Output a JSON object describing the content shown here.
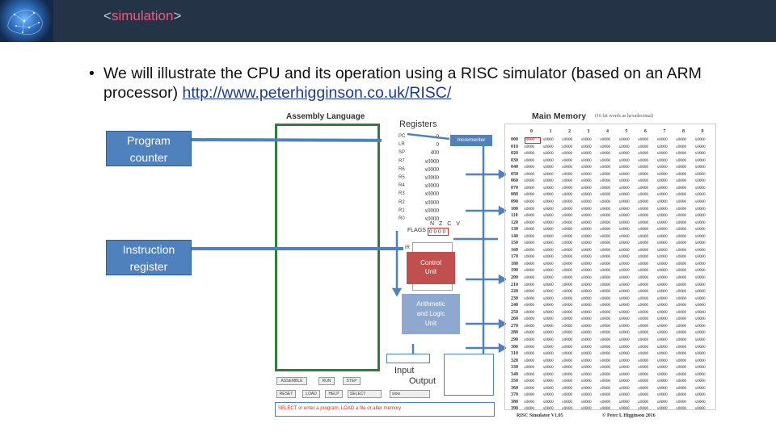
{
  "header": {
    "tag_open": "<",
    "tag_name": "simulation",
    "tag_close": ">"
  },
  "bullet": {
    "marker": "•",
    "text": "We will illustrate the CPU and its operation using a RISC simulator (based on an ARM processor) ",
    "link_text": "http://www.peterhigginson.co.uk/RISC/"
  },
  "callouts": {
    "program_counter_line1": "Program",
    "program_counter_line2": "counter",
    "instruction_register_line1": "Instruction",
    "instruction_register_line2": "register"
  },
  "simulator": {
    "assembly_title": "Assembly Language",
    "registers_title": "Registers",
    "registers": [
      {
        "name": "PC",
        "value": "0"
      },
      {
        "name": "LR",
        "value": "0"
      },
      {
        "name": "SP",
        "value": "400"
      },
      {
        "name": "R7",
        "value": "x0000"
      },
      {
        "name": "R6",
        "value": "x0000"
      },
      {
        "name": "R5",
        "value": "x0000"
      },
      {
        "name": "R4",
        "value": "x0000"
      },
      {
        "name": "R3",
        "value": "x0000"
      },
      {
        "name": "R2",
        "value": "x0000"
      },
      {
        "name": "R1",
        "value": "x0000"
      },
      {
        "name": "R0",
        "value": "x0000"
      }
    ],
    "incrementer": "Incrementer",
    "nzcv": "N Z C V",
    "flags_label": "FLAGS",
    "flags_value": "0000",
    "ir_label": "IR",
    "control_unit_line1": "Control",
    "control_unit_line2": "Unit",
    "alu_line1": "Arithmetic",
    "alu_line2": "and Logic",
    "alu_line3": "Unit",
    "input_label": "Input",
    "output_label": "Output",
    "buttons": {
      "assemble": "ASSEMBLE",
      "run": "RUN",
      "step": "STEP",
      "reset": "RESET",
      "load": "LOAD",
      "help": "HELP",
      "select": "SELECT",
      "speed": "slow"
    },
    "status_message": "SELECT or enter a program, LOAD a file or alter memory",
    "memory_title": "Main Memory",
    "memory_subtitle": "(16 bit words as hexadecimal)",
    "memory_columns": [
      "0",
      "1",
      "2",
      "3",
      "4",
      "5",
      "6",
      "7",
      "8",
      "9"
    ],
    "memory_rows": [
      "000",
      "010",
      "020",
      "030",
      "040",
      "050",
      "060",
      "070",
      "080",
      "090",
      "100",
      "110",
      "120",
      "130",
      "140",
      "150",
      "160",
      "170",
      "180",
      "190",
      "200",
      "210",
      "220",
      "230",
      "240",
      "250",
      "260",
      "270",
      "280",
      "290",
      "300",
      "310",
      "320",
      "330",
      "340",
      "350",
      "360",
      "370",
      "380",
      "390"
    ],
    "memory_cell_value": "x0000",
    "footer_version": "RISC Simulator V1.05",
    "footer_copyright": "© Peter L Higginson 2016"
  },
  "colors": {
    "header_bg": "#243446",
    "tag_accent": "#f05a7e",
    "callout_blue": "#4f81bd",
    "control_unit": "#c0504d",
    "alu": "#8fa8cf",
    "assembly_border": "#2e7d3a"
  }
}
